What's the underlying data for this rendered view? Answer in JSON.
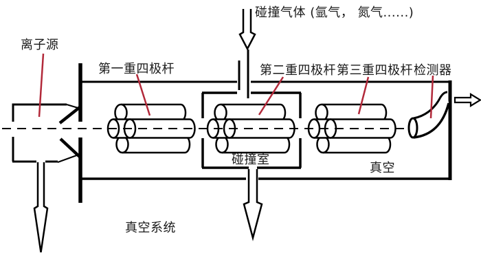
{
  "colors": {
    "background": "#ffffff",
    "line": "#000000",
    "annotation_line": "#b2293a",
    "text": "#1a1a1a"
  },
  "labels": {
    "ion_source": "离子源",
    "quadrupole_1": "第一重四极杆",
    "collision_gas": "碰撞气体 (氩气， 氮气......)",
    "quadrupole_2": "第二重四极杆",
    "quadrupole_3": "第三重四极杆",
    "detector": "检测器",
    "collision_cell": "碰撞室",
    "vacuum": "真空",
    "vacuum_system": "真空系统"
  }
}
